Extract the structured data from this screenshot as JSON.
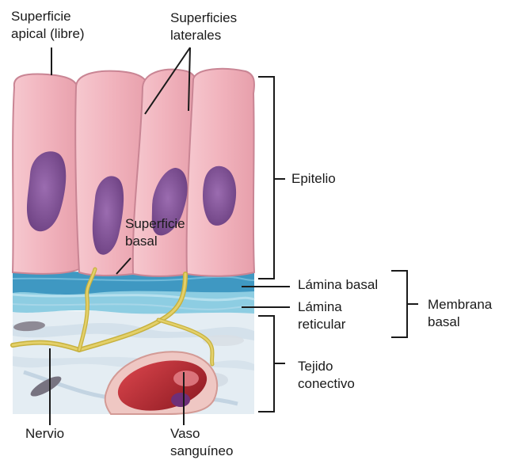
{
  "labels": {
    "apical": [
      "Superficie",
      "apical (libre)"
    ],
    "lateral": [
      "Superficies",
      "laterales"
    ],
    "basal_surface": [
      "Superficie",
      "basal"
    ],
    "epitelio": "Epitelio",
    "lamina_basal": "Lámina basal",
    "lamina_reticular": [
      "Lámina",
      "reticular"
    ],
    "membrana_basal": [
      "Membrana",
      "basal"
    ],
    "tejido_conectivo": [
      "Tejido",
      "conectivo"
    ],
    "nervio": "Nervio",
    "vaso": [
      "Vaso",
      "sanguíneo"
    ]
  },
  "colors": {
    "cell_fill": "#f2b6c0",
    "cell_edge": "#c98594",
    "nucleus": "#8a5a9e",
    "basal_lamina": "#4aa3c8",
    "reticular": "#8ccbe0",
    "connective": "#e3ecf3",
    "nerve": "#d9c55a",
    "blood_vessel": "#b8262e",
    "leader_line": "#1a1a1a"
  }
}
